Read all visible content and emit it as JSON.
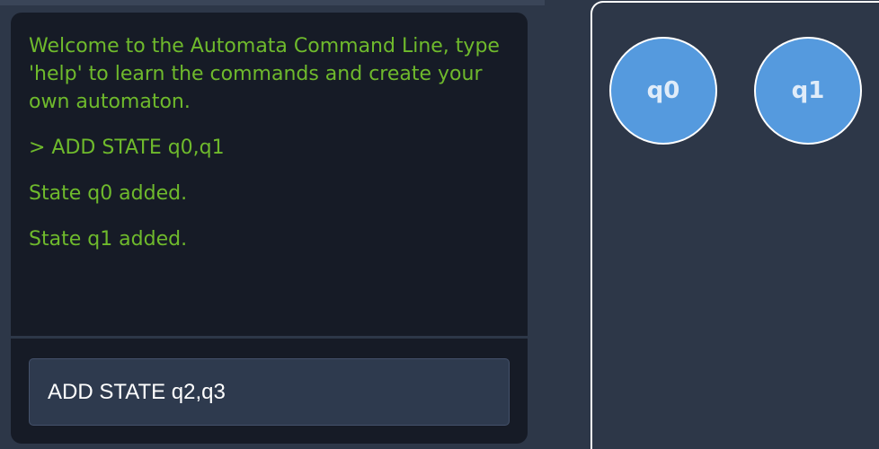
{
  "terminal": {
    "lines": [
      "Welcome to the Automata Command Line, type 'help' to learn the commands and create your own automaton.",
      "> ADD STATE q0,q1",
      "State q0 added.",
      "State q1 added."
    ]
  },
  "command_input": {
    "value": "ADD STATE q2,q3"
  },
  "canvas": {
    "states": [
      {
        "label": "q0"
      },
      {
        "label": "q1"
      }
    ]
  },
  "colors": {
    "background": "#2d3748",
    "terminal_bg": "#161b26",
    "terminal_text": "#6fba2c",
    "state_fill": "#559ade",
    "state_border": "#ffffff"
  }
}
